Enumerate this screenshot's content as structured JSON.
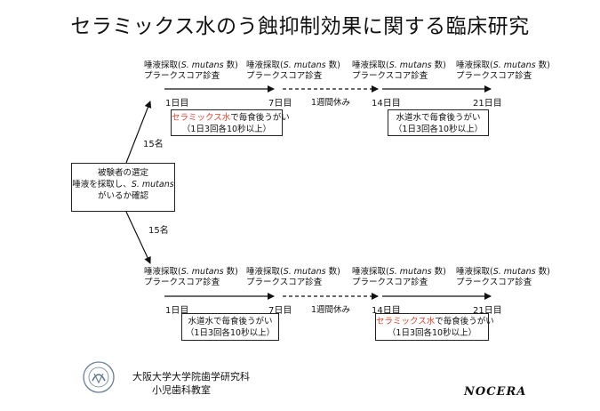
{
  "title": "セラミックス水のう蝕抑制効果に関する臨床研究",
  "sampling": {
    "prefix": "唾液採取(",
    "species": "S. mutans",
    "suffix": " 数)",
    "line2": "プラークスコア診査"
  },
  "days": {
    "d1": "1日目",
    "d7": "7日目",
    "d14": "14日目",
    "d21": "21日目"
  },
  "rest": "1週間休み",
  "treatment": {
    "ceramic_red": "セラミックス水",
    "ceramic_rest": "で毎食後うがい",
    "tap": "水道水で毎食後うがい",
    "schedule": "（1日3回各10秒以上）"
  },
  "subjects": {
    "line1": "被験者の選定",
    "line2_prefix": "唾液を採取し、",
    "line2_species": "S. mutans",
    "line3": "がいるか確認"
  },
  "group_count": "15名",
  "footer": {
    "line1": "大阪大学大学院歯学研究科",
    "line2": "小児歯科教室"
  },
  "logo": "NOCERA",
  "colors": {
    "accent_red": "#e0412b",
    "line": "#111111"
  }
}
